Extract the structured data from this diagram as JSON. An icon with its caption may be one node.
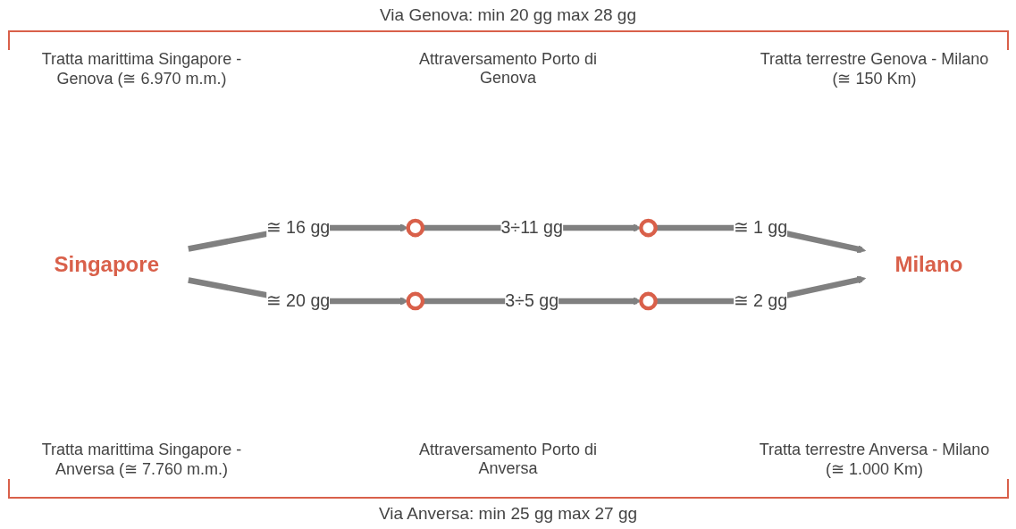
{
  "diagram": {
    "nodes": [
      {
        "text": [
          "Singapore"
        ]
      },
      {
        "text": [],
        "shape": "circle"
      },
      {
        "text": [],
        "shape": "circle"
      },
      {
        "text": [],
        "shape": "circle"
      },
      {
        "text": [],
        "shape": "circle"
      },
      {
        "text": [
          "Milano"
        ]
      }
    ],
    "edges": [
      {
        "from": 0,
        "to": 1,
        "arrow": "to",
        "label": "≅ 16 gg"
      },
      {
        "from": 1,
        "to": 2,
        "arrow": "to",
        "label": "3÷11 gg"
      },
      {
        "from": 2,
        "to": 5,
        "arrow": "to",
        "label": "≅ 1 gg"
      },
      {
        "from": 0,
        "to": 3,
        "arrow": "to",
        "label": "≅ 20 gg"
      },
      {
        "from": 3,
        "to": 4,
        "arrow": "to",
        "label": "3÷5 gg"
      },
      {
        "from": 4,
        "to": 5,
        "arrow": "to",
        "label": "≅ 2 gg"
      }
    ],
    "labels": [
      "Via Genova: min 20 gg max 28 gg",
      "Tratta marittima Singapore - Genova (≅ 6.970 m.m.)",
      "Attraversamento Porto di Genova",
      "Tratta terrestre Genova - Milano (≅ 150 Km)",
      "Tratta marittima Singapore - Anversa (≅ 7.760 m.m.)",
      "Attraversamento Porto di Anversa",
      "Tratta terrestre Anversa - Milano (≅ 1.000 Km)",
      "Via Anversa: min 25 gg max 27 gg"
    ]
  }
}
